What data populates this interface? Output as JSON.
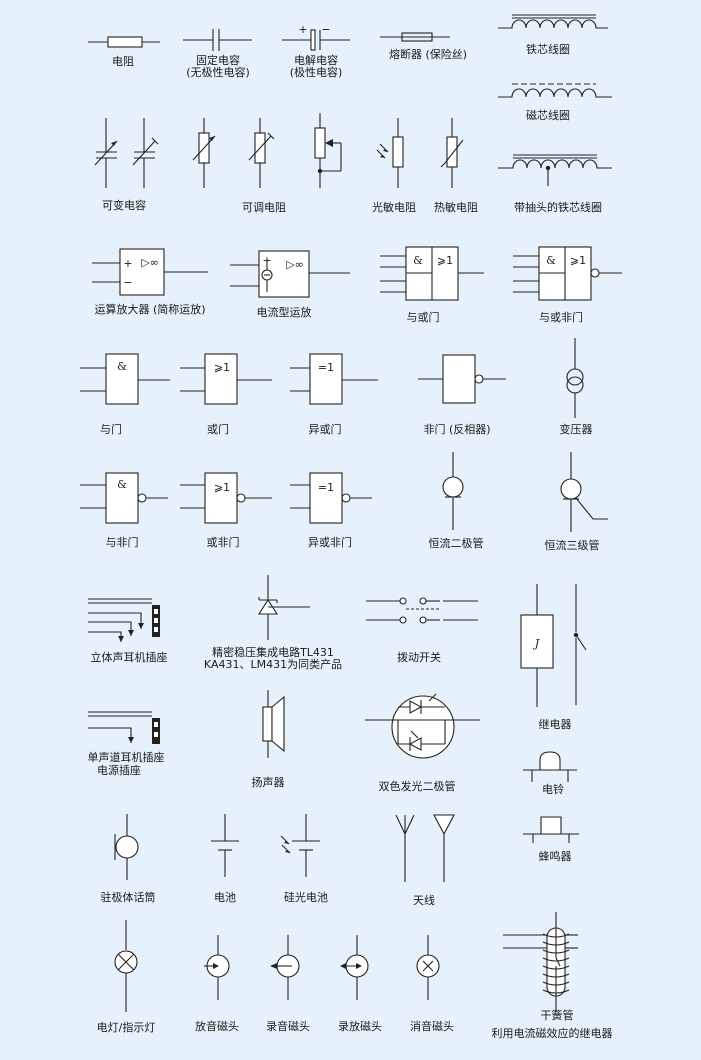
{
  "labels": {
    "resistor": "电阻",
    "fixed_cap_1": "固定电容",
    "fixed_cap_2": "(无极性电容)",
    "electrolytic_1": "电解电容",
    "electrolytic_2": "(极性电容)",
    "fuse": "熔断器 (保险丝)",
    "iron_coil": "铁芯线圈",
    "ferrite_coil": "磁芯线圈",
    "variable_cap": "可变电容",
    "adjustable_res": "可调电阻",
    "photo_res": "光敏电阻",
    "thermal_res": "热敏电阻",
    "tapped_coil": "带抽头的铁芯线圈",
    "opamp": "运算放大器 (简称运放)",
    "current_opamp": "电流型运放",
    "and_or": "与或门",
    "and_or_not": "与或非门",
    "and_gate": "与门",
    "or_gate": "或门",
    "xor_gate": "异或门",
    "not_gate": "非门 (反相器)",
    "transformer": "变压器",
    "nand_gate": "与非门",
    "nor_gate": "或非门",
    "xnor_gate": "异或非门",
    "cc_diode": "恒流二极管",
    "cc_transistor": "恒流三级管",
    "stereo_jack": "立体声耳机插座",
    "tl431_1": "精密稳压集成电路TL431",
    "tl431_2": "KA431、LM431为同类产品",
    "toggle_switch": "拨动开关",
    "relay": "继电器",
    "mono_jack_1": "单声道耳机插座",
    "mono_jack_2": "电源插座",
    "speaker": "扬声器",
    "bicolor_led": "双色发光二极管",
    "bell": "电铃",
    "buzzer": "蜂鸣器",
    "electret_mic": "驻极体话筒",
    "battery": "电池",
    "solar_cell": "硅光电池",
    "antenna": "天线",
    "lamp": "电灯/指示灯",
    "playback_head": "放音磁头",
    "record_head": "录音磁头",
    "rec_play_head": "录放磁头",
    "erase_head": "消音磁头",
    "reed_1": "干簧管",
    "reed_2": "利用电流磁效应的继电器"
  },
  "glyphs": {
    "plus": "+",
    "minus": "−",
    "amp": "&",
    "ge1": "⩾1",
    "eq1": "=1",
    "opamp_tri": "▷∞",
    "relay_j": "J"
  },
  "colors": {
    "background": "#e6f1fb",
    "stroke": "#222222",
    "fill": "#ffffff"
  }
}
